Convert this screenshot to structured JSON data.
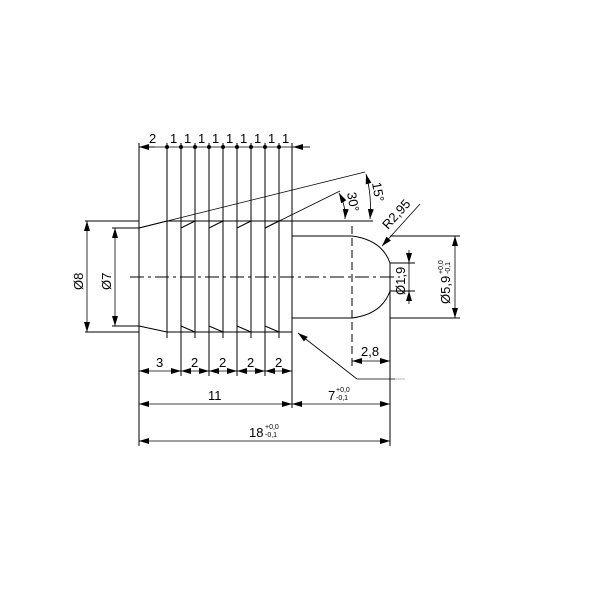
{
  "drawing": {
    "top_chain": [
      "2",
      "1",
      "1",
      "1",
      "1",
      "1",
      "1",
      "1",
      "1",
      "1"
    ],
    "bottom_chain": [
      "3",
      "2",
      "2",
      "2",
      "2"
    ],
    "overall_11": "11",
    "pin_length": {
      "value": "7",
      "upper_tol": "+0,0",
      "lower_tol": "-0,1"
    },
    "total_length": {
      "value": "18",
      "upper_tol": "+0,0",
      "lower_tol": "-0,1"
    },
    "outer_dia": "Ø8",
    "inner_dia": "Ø7",
    "pin_dia": {
      "value": "Ø5,9",
      "upper_tol": "+0,0",
      "lower_tol": "-0,1"
    },
    "tip_dia": "Ø1,9",
    "radius": "R2,95",
    "angle_15": "15°",
    "angle_30": "30°",
    "dome_length": "2,8"
  }
}
